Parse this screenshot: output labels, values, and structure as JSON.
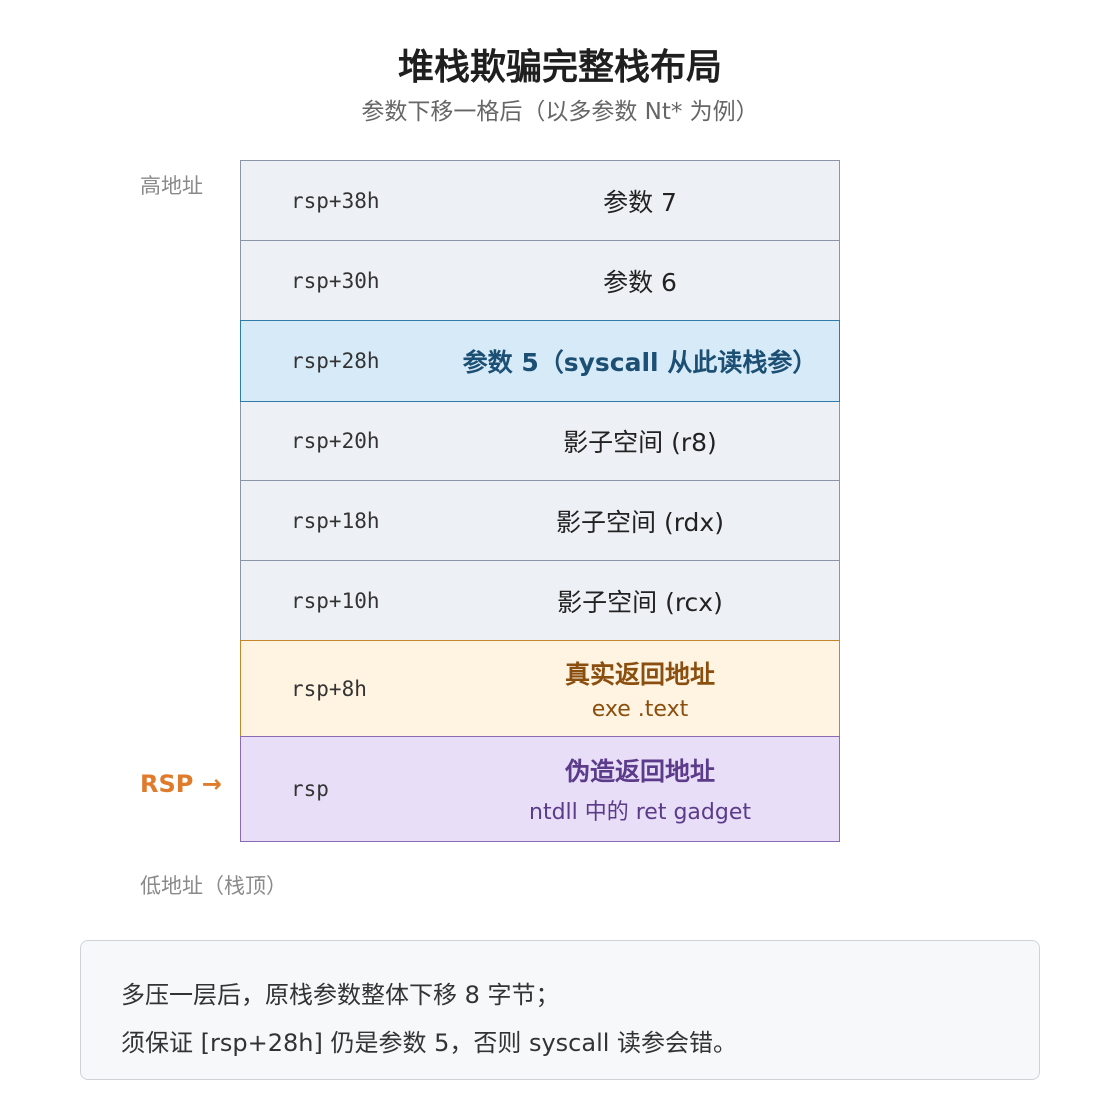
{
  "header": {
    "title": "堆栈欺骗完整栈布局",
    "subtitle": "参数下移一格后（以多参数 Nt* 为例）"
  },
  "labels": {
    "high_address": "高地址",
    "low_address": "低地址（栈顶）",
    "rsp_marker": "RSP →"
  },
  "stack": {
    "slots": [
      {
        "offset": "rsp+38h",
        "label": "参数 7",
        "sub": ""
      },
      {
        "offset": "rsp+30h",
        "label": "参数 6",
        "sub": ""
      },
      {
        "offset": "rsp+28h",
        "label": "参数 5（syscall 从此读栈参）",
        "sub": ""
      },
      {
        "offset": "rsp+20h",
        "label": "影子空间 (r8)",
        "sub": ""
      },
      {
        "offset": "rsp+18h",
        "label": "影子空间 (rdx)",
        "sub": ""
      },
      {
        "offset": "rsp+10h",
        "label": "影子空间 (rcx)",
        "sub": ""
      },
      {
        "offset": "rsp+8h",
        "label": "真实返回地址",
        "sub": "exe .text"
      },
      {
        "offset": "rsp",
        "label": "伪造返回地址",
        "sub": "ntdll 中的 ret gadget"
      }
    ]
  },
  "note": {
    "line1": "多压一层后，原栈参数整体下移 8 字节；",
    "line2": "须保证 [rsp+28h] 仍是参数 5，否则 syscall 读参会错。"
  },
  "colors": {
    "highlight": "#2f7ca8",
    "return_address": "#c4852b",
    "fake_return": "#8a6ab3",
    "rsp_marker": "#e07b2c"
  }
}
